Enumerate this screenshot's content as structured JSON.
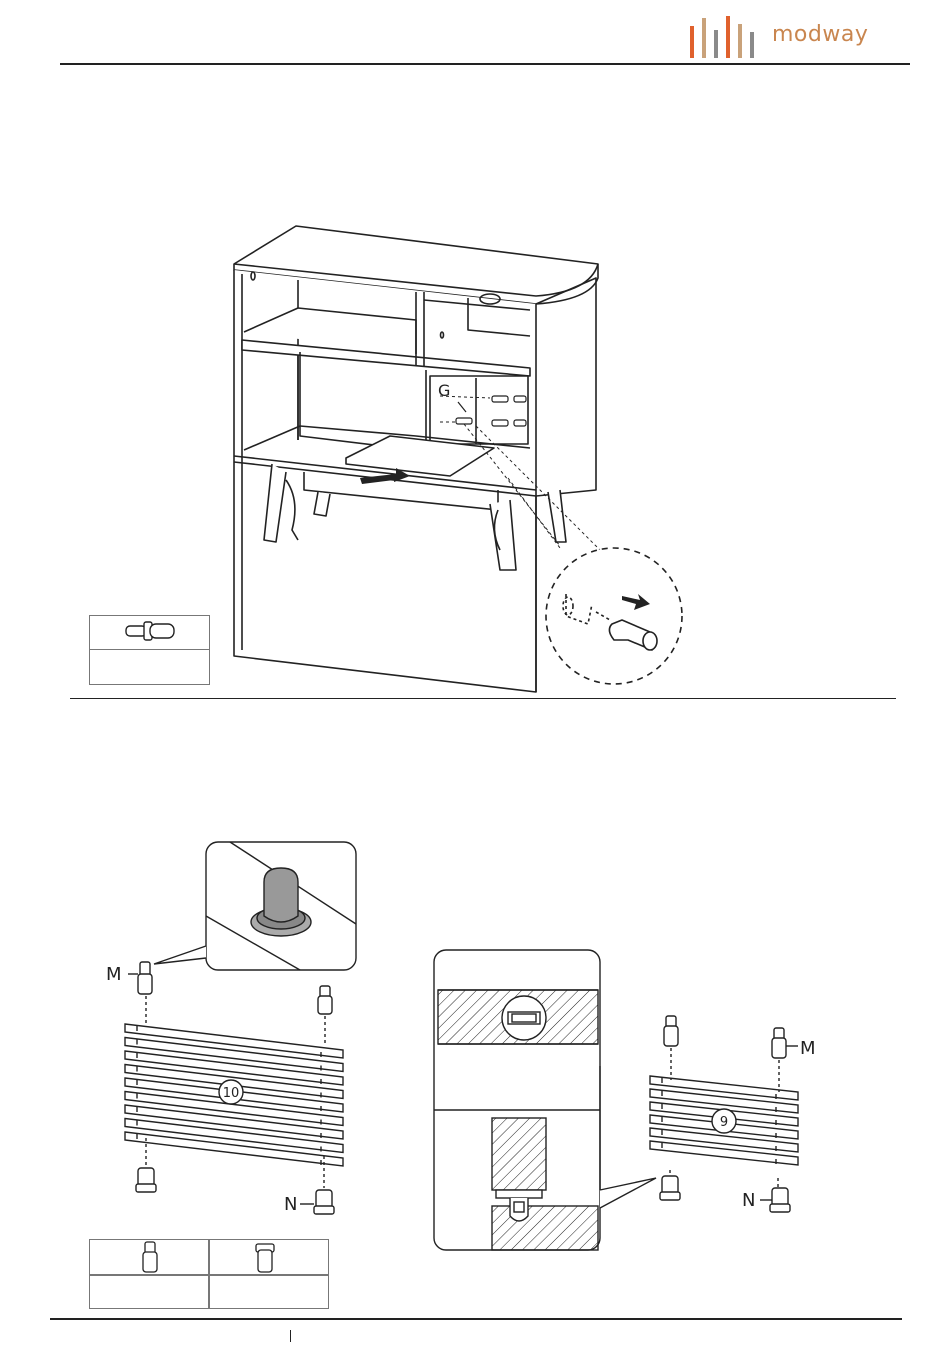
{
  "header": {
    "brand": "modway",
    "brand_color": "#c9864f",
    "logo_bar_colors": [
      "#e0612d",
      "#c9a27a",
      "#8a8a8a",
      "#e0612d",
      "#c9a27a",
      "#8a8a8a",
      "#e0612d"
    ]
  },
  "step_top": {
    "part_label": "G"
  },
  "step_bottom": {
    "panel_left_number": "10",
    "panel_right_number": "9",
    "label_m_left": "M",
    "label_n_left": "N",
    "label_m_right": "M",
    "label_n_right": "N"
  },
  "icons": {
    "logo": "modway-bars-logo",
    "dowel": "wooden-dowel-icon",
    "cam_bolt": "cam-bolt-icon"
  }
}
